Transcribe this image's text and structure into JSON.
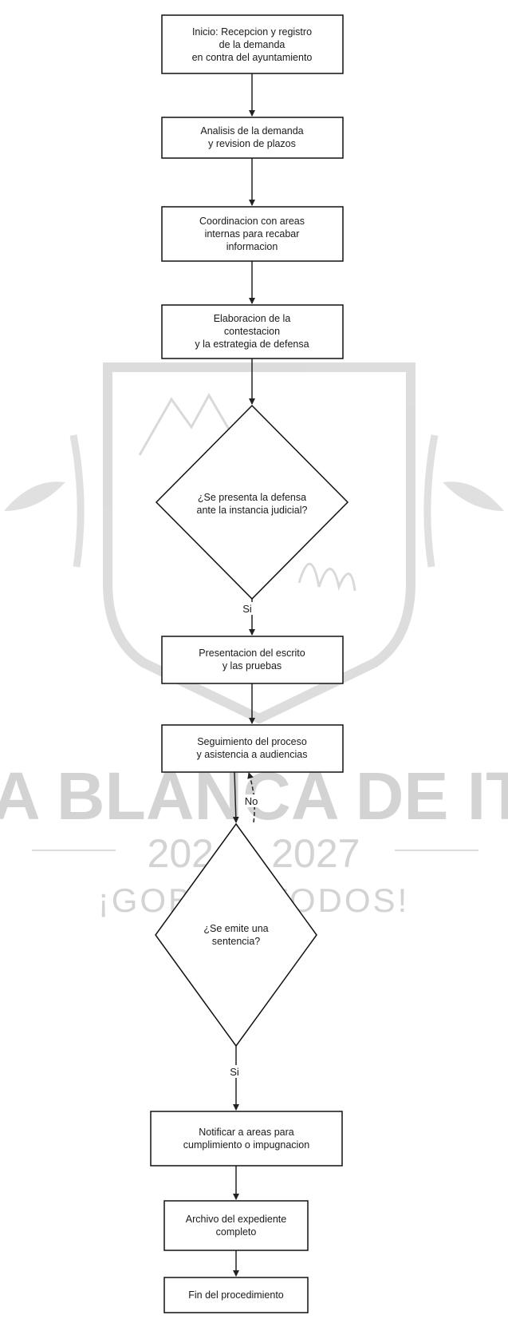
{
  "watermark": {
    "line1": "A BLANCA DE ITU",
    "line2": "2024 - 2027",
    "line3": "¡GOBIER TODOS!"
  },
  "nodes": [
    {
      "id": "inicio",
      "lines": [
        "Inicio: Recepcion y registro",
        "de la demanda",
        "en contra del ayuntamiento"
      ]
    },
    {
      "id": "analisis",
      "lines": [
        "Analisis de la demanda",
        "y revision de plazos"
      ]
    },
    {
      "id": "coordinacion",
      "lines": [
        "Coordinacion con areas",
        "internas para recabar",
        "informacion"
      ]
    },
    {
      "id": "elaboracion",
      "lines": [
        "Elaboracion de la",
        "contestacion",
        "y la estrategia de defensa"
      ]
    },
    {
      "id": "decision-defensa",
      "lines": [
        "¿Se presenta la defensa",
        "ante la instancia judicial?"
      ]
    },
    {
      "id": "presentacion",
      "lines": [
        "Presentacion del escrito",
        "y las pruebas"
      ]
    },
    {
      "id": "seguimiento",
      "lines": [
        "Seguimiento del proceso",
        "y asistencia a audiencias"
      ]
    },
    {
      "id": "decision-sentencia",
      "lines": [
        "¿Se emite una",
        "sentencia?"
      ]
    },
    {
      "id": "notificar",
      "lines": [
        "Notificar a areas para",
        "cumplimiento o impugnacion"
      ]
    },
    {
      "id": "archivo",
      "lines": [
        "Archivo del expediente",
        "completo"
      ]
    },
    {
      "id": "fin",
      "lines": [
        "Fin del procedimiento"
      ]
    }
  ],
  "edge_labels": {
    "si_1": "Si",
    "no": "No",
    "si_2": "Si"
  }
}
